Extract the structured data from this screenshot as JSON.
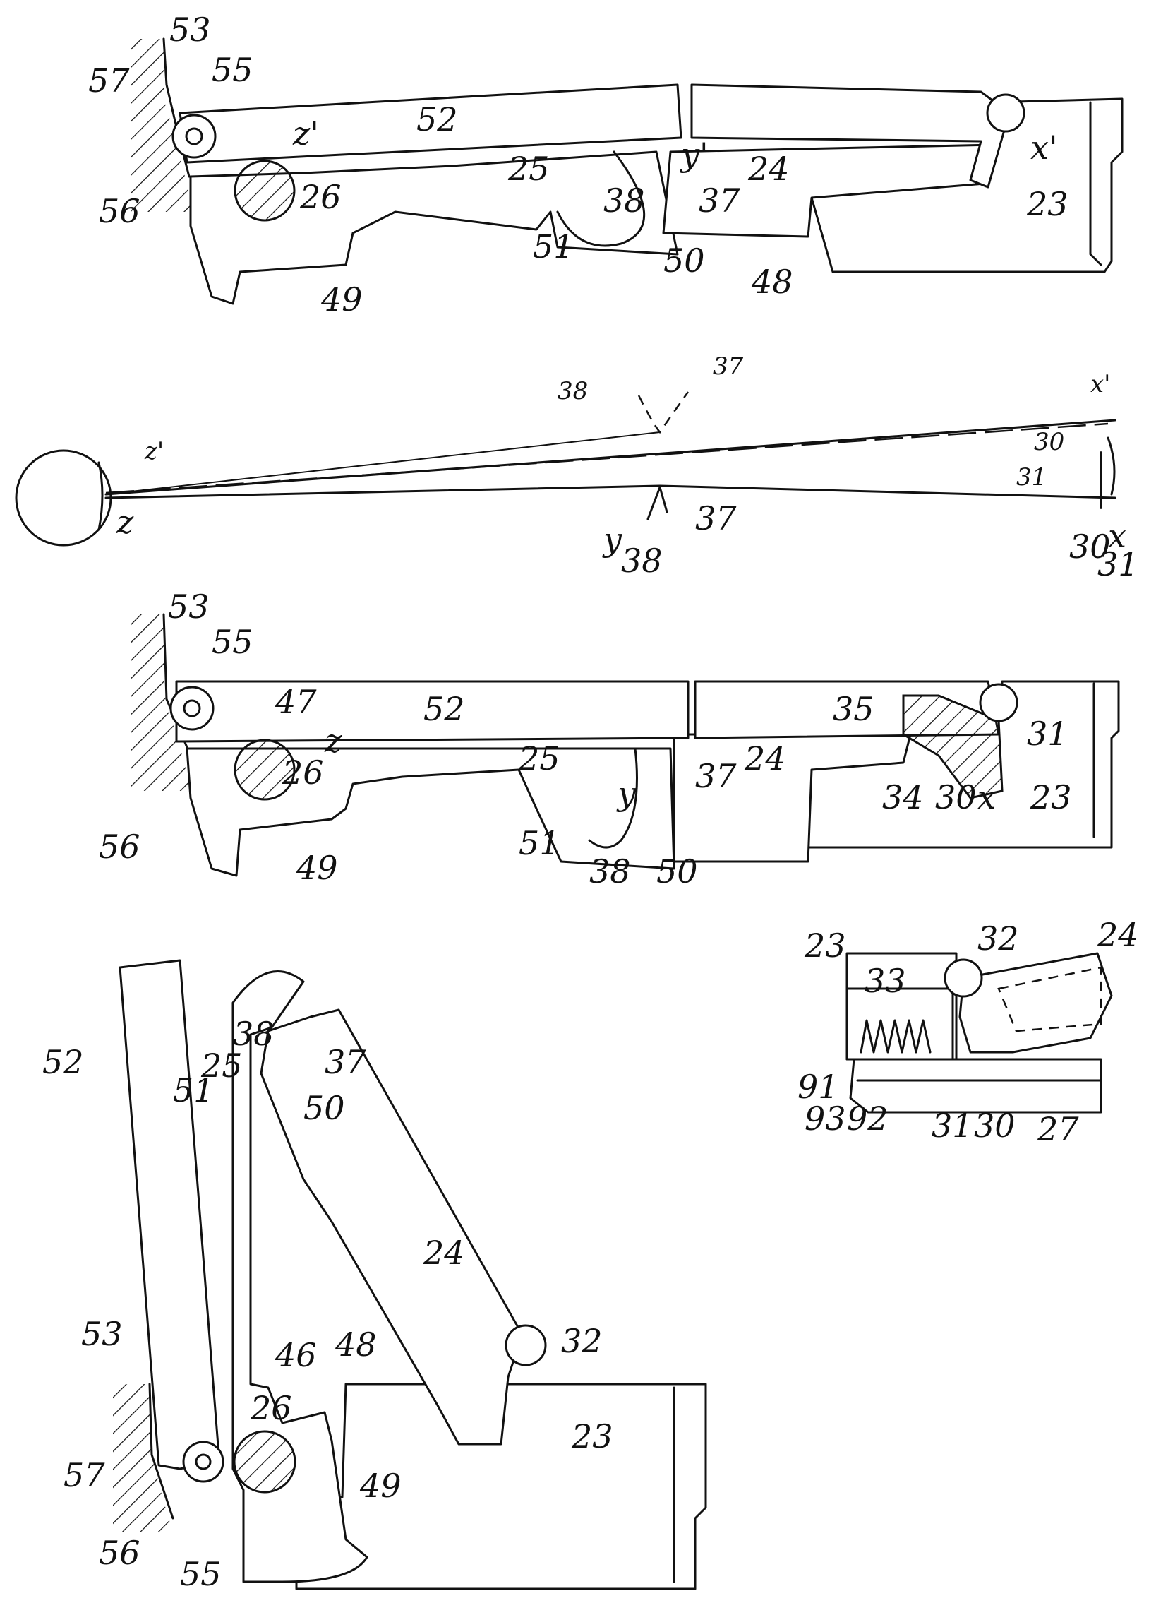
{
  "fig1": {
    "labels": {
      "l53": "53",
      "l57": "57",
      "l55": "55",
      "l52": "52",
      "lz1": "z'",
      "l26": "26",
      "l56": "56",
      "l25": "25",
      "l38": "38",
      "ly1": "y'",
      "l24": "24",
      "lx1": "x'",
      "l37": "37",
      "l23": "23",
      "l51": "51",
      "l50": "50",
      "l48": "48",
      "l49": "49"
    }
  },
  "fig2": {
    "labels": {
      "l38": "38",
      "l37": "37",
      "lx1": "x'",
      "lz1": "z'",
      "l30a": "30",
      "l31a": "31",
      "lz": "z",
      "ly": "y",
      "l38b": "38",
      "l37b": "37",
      "l30b": "30",
      "lx": "x",
      "l31b": "31"
    }
  },
  "fig3": {
    "labels": {
      "l53": "53",
      "l55": "55",
      "l47": "47",
      "l52": "52",
      "lz": "z",
      "l35": "35",
      "l31": "31",
      "l25": "25",
      "l24": "24",
      "l26": "26",
      "ly": "y",
      "l37": "37",
      "l56": "56",
      "l34": "34",
      "l30": "30",
      "lx": "x",
      "l23": "23",
      "l51": "51",
      "l38": "38",
      "l50": "50",
      "l49": "49"
    }
  },
  "fig4": {
    "labels": {
      "l23": "23",
      "l32": "32",
      "l24": "24",
      "l33": "33",
      "l91": "91",
      "l93": "93",
      "l92": "92",
      "l31": "31",
      "l30": "30",
      "l27": "27"
    }
  },
  "fig5": {
    "labels": {
      "l52": "52",
      "l38": "38",
      "l25": "25",
      "l37": "37",
      "l51": "51",
      "l50": "50",
      "l24": "24",
      "l53": "53",
      "l46": "46",
      "l48": "48",
      "l32": "32",
      "l26": "26",
      "l23": "23",
      "l57": "57",
      "l49": "49",
      "l56": "56",
      "l55": "55"
    }
  }
}
